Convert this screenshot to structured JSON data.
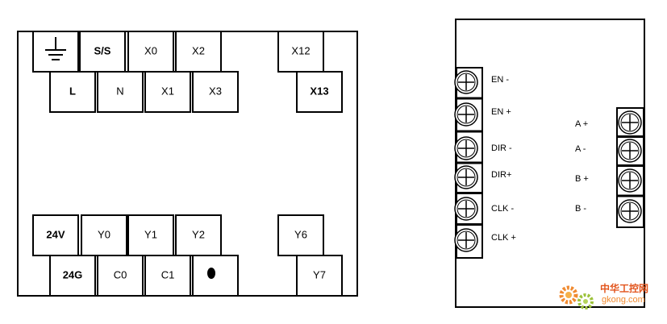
{
  "plc": {
    "top_row_1": [
      "S/S",
      "X0",
      "X2",
      "X12"
    ],
    "top_row_2": [
      "L",
      "N",
      "X1",
      "X3",
      "X13"
    ],
    "bottom_row_1": [
      "24V",
      "Y0",
      "Y1",
      "Y2",
      "Y6"
    ],
    "bottom_row_2": [
      "24G",
      "C0",
      "C1",
      "Y7"
    ],
    "ground_icon": "ground-icon",
    "dot_icon": "filled-dot-icon"
  },
  "driver": {
    "left_signals": [
      "EN -",
      "EN +",
      "DIR -",
      "DIR+",
      "CLK -",
      "CLK +"
    ],
    "right_signals": [
      "A +",
      "A -",
      "B +",
      "B -"
    ],
    "screw_icon": "screw-terminal-icon"
  },
  "watermark": {
    "cn": "中华工控网",
    "en": "gkong.com",
    "color": "#f08a30"
  }
}
